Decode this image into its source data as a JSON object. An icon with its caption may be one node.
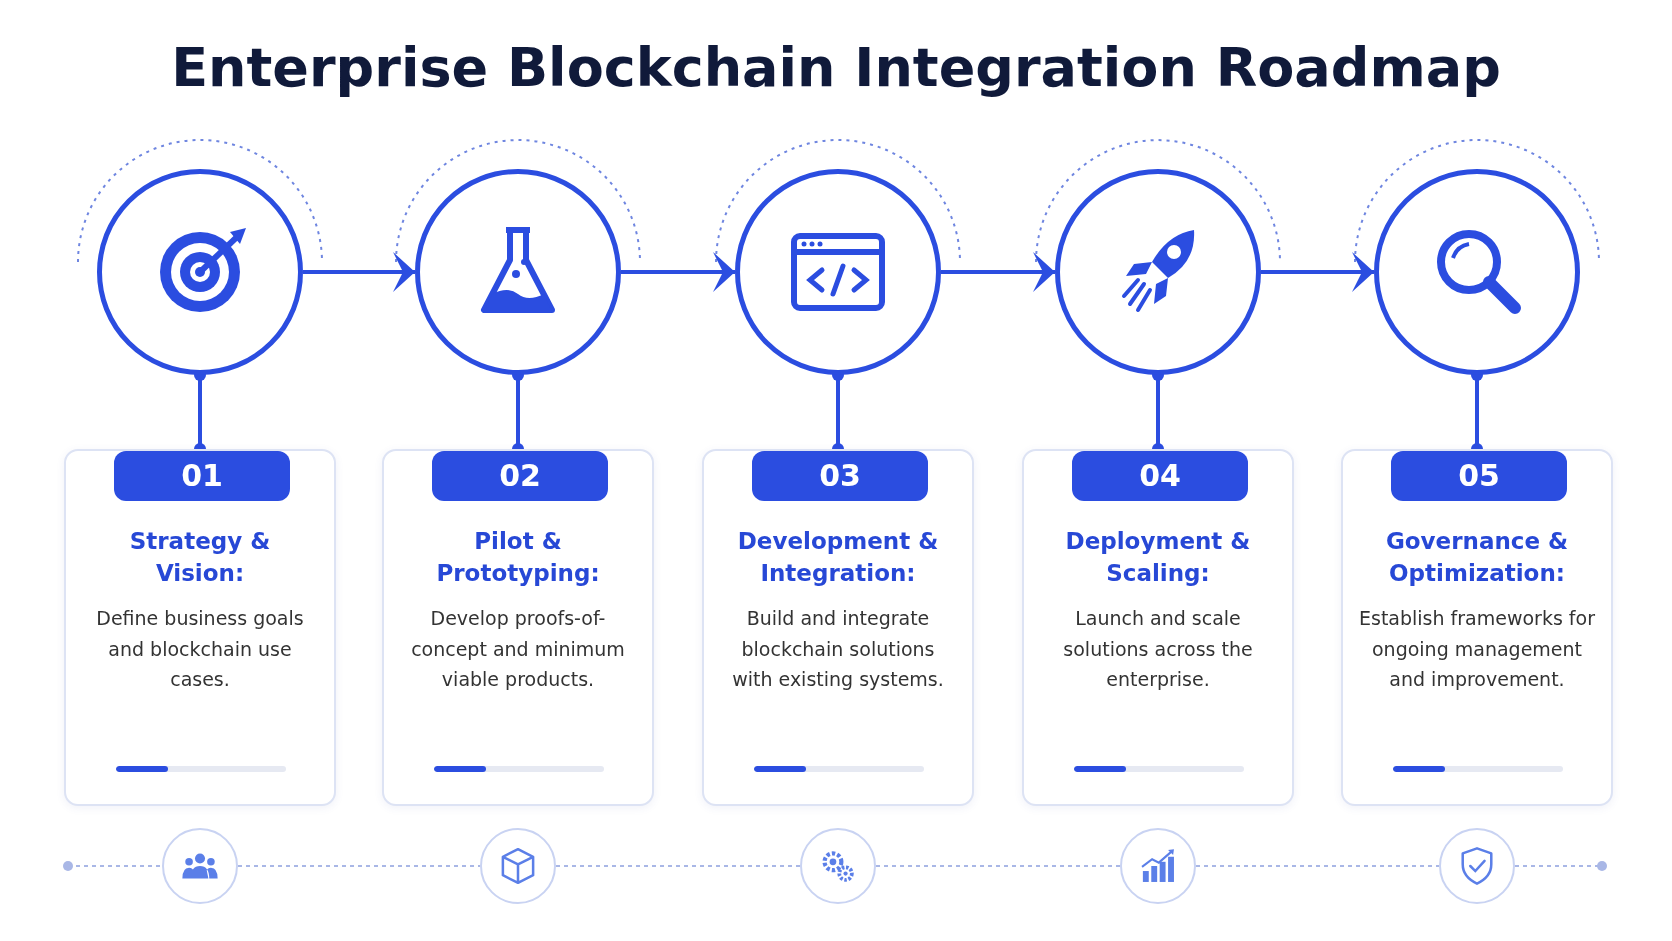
{
  "diagram": {
    "title": "Enterprise Blockchain Integration Roadmap",
    "nodes": [
      {
        "text": [],
        "shape": "circle"
      },
      {
        "text": [],
        "shape": "circle"
      },
      {
        "text": [],
        "shape": "circle"
      },
      {
        "text": [],
        "shape": "circle"
      },
      {
        "text": [],
        "shape": "circle"
      },
      {
        "text": [
          "01",
          "Strategy & Vision:",
          "Define business goals and blockchain use cases."
        ]
      },
      {
        "text": [
          "02",
          "Pilot & Prototyping:",
          "Develop proofs-of-concept and minimum viable products."
        ]
      },
      {
        "text": [
          "03",
          "Development & Integration:",
          "Build and integrate blockchain solutions with existing systems."
        ]
      },
      {
        "text": [
          "04",
          "Deployment & Scaling:",
          "Launch and scale solutions across the enterprise."
        ]
      },
      {
        "text": [
          "05",
          "Governance & Optimization:",
          "Establish frameworks for ongoing management and improvement."
        ]
      },
      {
        "text": [],
        "shape": "circle"
      },
      {
        "text": [],
        "shape": "circle"
      },
      {
        "text": [],
        "shape": "circle"
      },
      {
        "text": [],
        "shape": "circle"
      },
      {
        "text": [],
        "shape": "circle"
      }
    ],
    "edges": [
      {
        "from": 0,
        "to": 1,
        "arrow": "to"
      },
      {
        "from": 1,
        "to": 2,
        "arrow": "to"
      },
      {
        "from": 2,
        "to": 3,
        "arrow": "to"
      },
      {
        "from": 3,
        "to": 4,
        "arrow": "to"
      },
      {
        "from": 0,
        "to": 5,
        "arrow": "other"
      },
      {
        "from": 1,
        "to": 6,
        "arrow": "other"
      },
      {
        "from": 2,
        "to": 7,
        "arrow": "other"
      },
      {
        "from": 3,
        "to": 8,
        "arrow": "other"
      },
      {
        "from": 4,
        "to": 9,
        "arrow": "other"
      },
      {
        "from": 10,
        "to": 11,
        "arrow": "none",
        "style": "dashed",
        "color": "#a9b7e6"
      },
      {
        "from": 11,
        "to": 12,
        "arrow": "none",
        "style": "dashed",
        "color": "#a9b7e6"
      },
      {
        "from": 12,
        "to": 13,
        "arrow": "none",
        "style": "dashed",
        "color": "#a9b7e6"
      },
      {
        "from": 13,
        "to": 14,
        "arrow": "none",
        "style": "dashed",
        "color": "#a9b7e6"
      }
    ]
  }
}
